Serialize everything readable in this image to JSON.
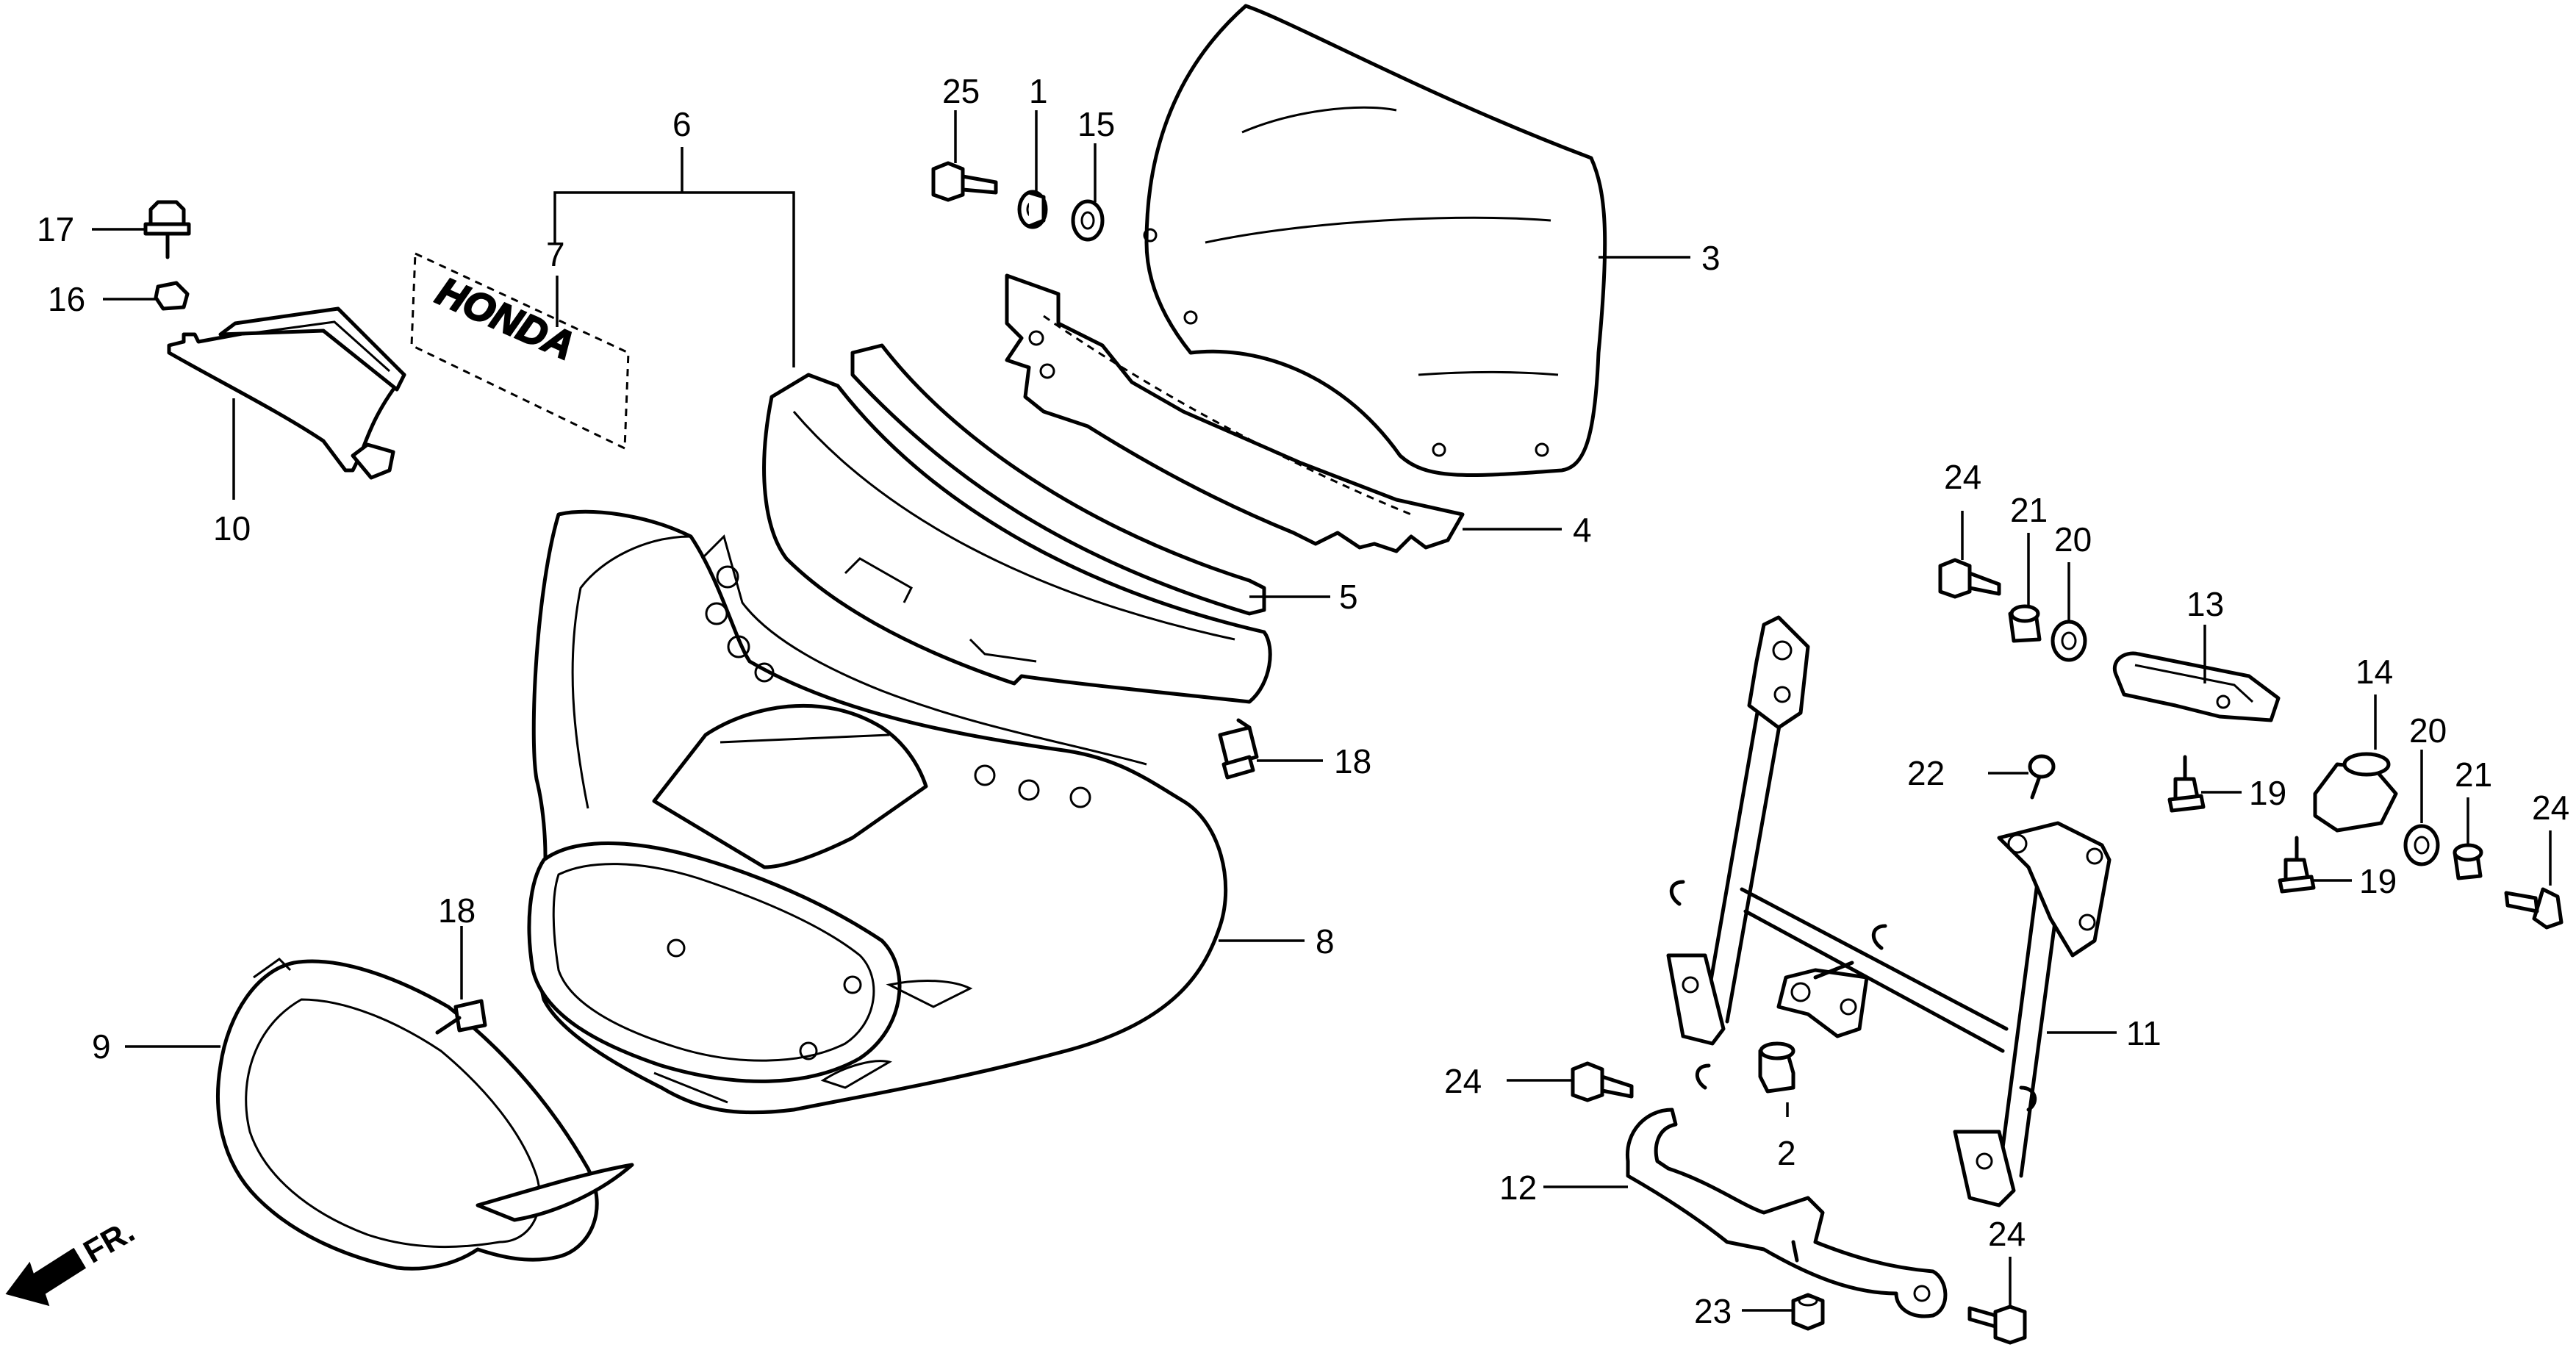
{
  "callouts": {
    "c1": "1",
    "c2": "2",
    "c3": "3",
    "c4": "4",
    "c5": "5",
    "c6": "6",
    "c7": "7",
    "c8": "8",
    "c9": "9",
    "c10": "10",
    "c11": "11",
    "c12": "12",
    "c13": "13",
    "c14": "14",
    "c15": "15",
    "c16": "16",
    "c17": "17",
    "c18a": "18",
    "c18b": "18",
    "c19a": "19",
    "c19b": "19",
    "c20a": "20",
    "c20b": "20",
    "c21a": "21",
    "c21b": "21",
    "c22": "22",
    "c23": "23",
    "c24a": "24",
    "c24b": "24",
    "c24c": "24",
    "c24d": "24",
    "c25": "25"
  },
  "emblem_text": "HONDA",
  "direction_label": "FR."
}
